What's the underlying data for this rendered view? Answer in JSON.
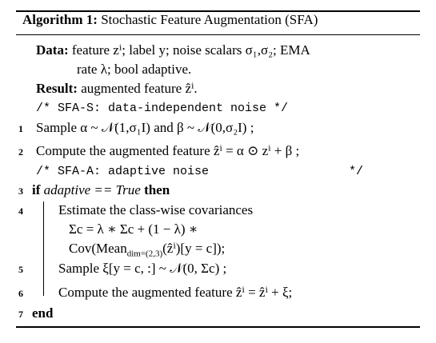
{
  "algorithm": {
    "number_label": "Algorithm 1:",
    "title": "Stochastic Feature Augmentation (SFA)",
    "data_label": "Data:",
    "data_text": "feature zⁱ; label y; noise scalars σ₁,σ₂; EMA",
    "data_text_cont": "rate λ; bool adaptive.",
    "result_label": "Result:",
    "result_text": "augmented feature ẑⁱ.",
    "comment_sfa_s": "/* SFA-S: data-independent noise */",
    "line1_num": "1",
    "line1": "Sample α ~ 𝒩(1,σ₁I) and β ~ 𝒩(0,σ₂I) ;",
    "line2_num": "2",
    "line2": "Compute the augmented feature ẑⁱ = α ⊙ zⁱ + β ;",
    "comment_sfa_a": "/* SFA-A: adaptive noise",
    "comment_sfa_a_end": "*/",
    "line3_num": "3",
    "line3_kw_if": "if",
    "line3_cond": "adaptive == True",
    "line3_kw_then": "then",
    "line4_num": "4",
    "line4": "Estimate the class-wise covariances",
    "line4b": "Σc = λ ∗ Σc + (1 − λ) ∗",
    "line4c": "Cov(Mean",
    "line4c_sub": "dim=(2,3)",
    "line4c_rest": "(ẑⁱ)[y = c]);",
    "line5_num": "5",
    "line5": "Sample ξ[y = c, :] ~ 𝒩(0, Σc) ;",
    "line6_num": "6",
    "line6": "Compute the augmented feature ẑⁱ = ẑⁱ + ξ;",
    "line7_num": "7",
    "line7": "end"
  }
}
